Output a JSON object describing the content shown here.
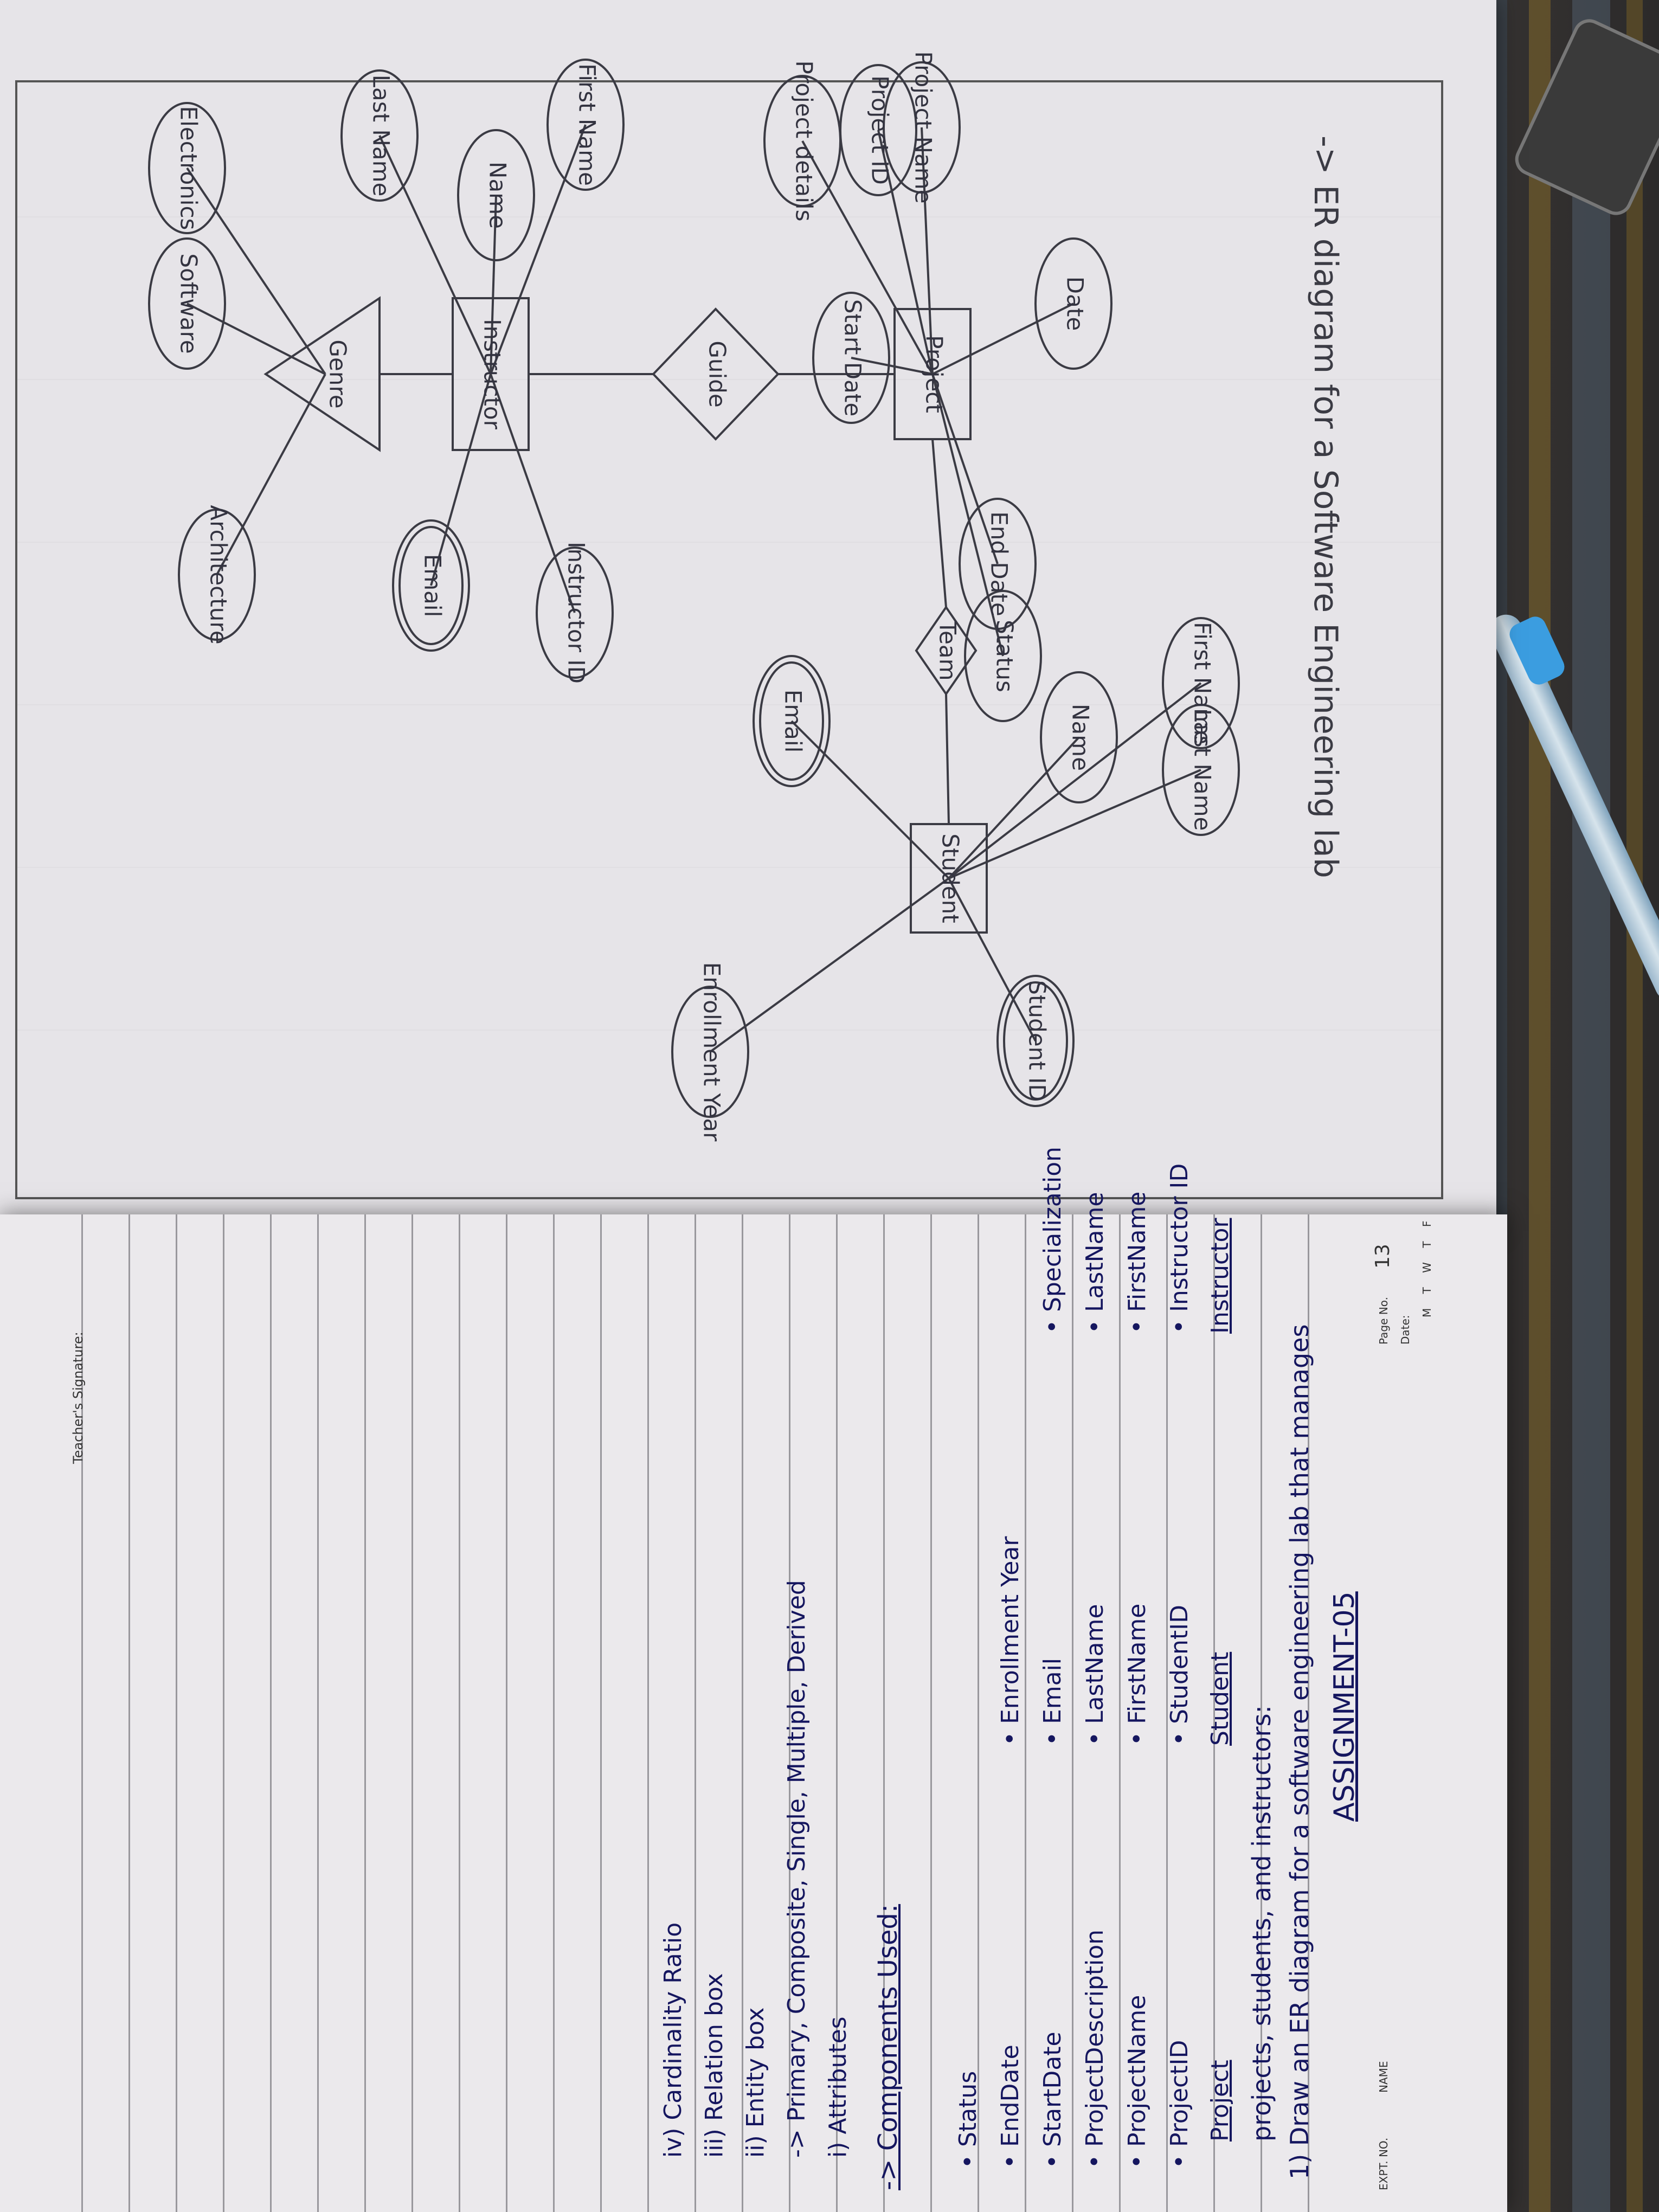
{
  "er_diagram": {
    "title": "-> ER diagram for a Software Engineering lab",
    "entities": [
      "Project",
      "Student",
      "Instructor"
    ],
    "relationships": [
      "Guide",
      "Team"
    ],
    "generalization": "Genre",
    "attributes": {
      "project": [
        "Project details",
        "Project ID",
        "Project Name",
        "Start Date",
        "Date",
        "End Date",
        "Status"
      ],
      "student": [
        "Student ID",
        "Name",
        "First Name",
        "Last Name",
        "Email",
        "Enrollment Year"
      ],
      "instructor": [
        "Instructor ID",
        "Name",
        "First Name",
        "Last Name",
        "Email"
      ],
      "genre": [
        "Electronics",
        "Software",
        "Architecture"
      ]
    }
  },
  "notes": {
    "header": {
      "expt_no": "EXPT. NO.",
      "name": "NAME",
      "page_no_label": "Page No.",
      "page_no": "13",
      "date_label": "Date:",
      "days": "M T W T F"
    },
    "assignment_title": "ASSIGNMENT-05",
    "question": "1) Draw an ER diagram for a software engineering lab that manages",
    "question_2": "projects, students, and instructors:",
    "columns": {
      "project": {
        "heading": "Project",
        "items": [
          "• ProjectID",
          "• ProjectName",
          "• ProjectDescription",
          "• StartDate",
          "• EndDate",
          "• Status"
        ]
      },
      "student": {
        "heading": "Student",
        "items": [
          "• StudentID",
          "• FirstName",
          "• LastName",
          "• Email",
          "• Enrollment Year"
        ]
      },
      "instructor": {
        "heading": "Instructor",
        "items": [
          "• Instructor ID",
          "• FirstName",
          "• LastName",
          "• Specialization"
        ]
      }
    },
    "components_heading": "-> Components Used:",
    "components": [
      "i) Attributes",
      "-> Primary, Composite, Single, Multiple, Derived",
      "ii) Entity box",
      "iii) Relation box",
      "iv) Cardinality Ratio"
    ],
    "teacher_signature": "Teacher's Signature:"
  }
}
